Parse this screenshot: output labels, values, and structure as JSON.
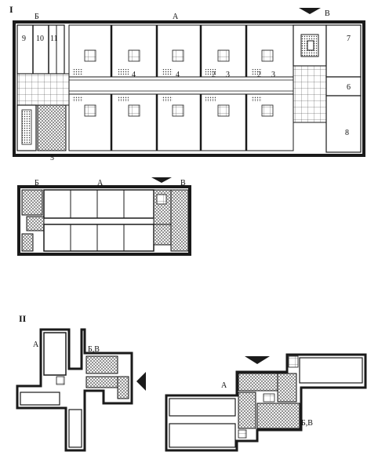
{
  "sections": {
    "one": {
      "numeral": "I"
    },
    "two": {
      "numeral": "II"
    }
  },
  "plan1": {
    "zone_a": "А",
    "zone_b": "Б",
    "zone_v": "В",
    "rooms_left": [
      "9",
      "10",
      "11"
    ],
    "room_7": "7",
    "room_6": "6",
    "room_8": "8",
    "room_5": "5",
    "corridor_marks": [
      "4",
      "4",
      "2",
      "3",
      "2",
      "3"
    ]
  },
  "plan2": {
    "zone_a": "А",
    "zone_b": "Б",
    "zone_v": "В"
  },
  "plan3": {
    "zone_a": "А",
    "zone_bv": "Б,В"
  },
  "plan4": {
    "zone_a": "А",
    "zone_bv": "Б,В"
  },
  "colors": {
    "wall": "#1a1a1a",
    "hatch": "#555555",
    "background": "#ffffff"
  }
}
